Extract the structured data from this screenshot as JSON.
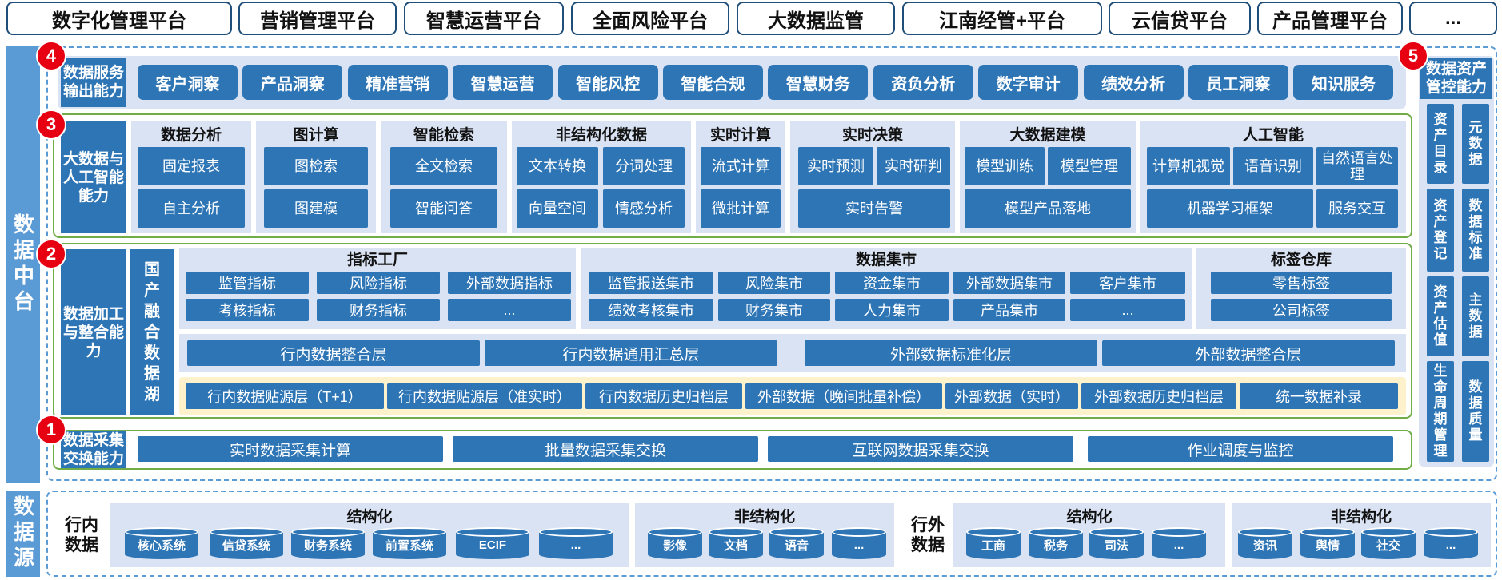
{
  "platforms": [
    "数字化管理平台",
    "营销管理平台",
    "智慧运营平台",
    "全面风险平台",
    "大数据监管",
    "江南经管+平台",
    "云信贷平台",
    "产品管理平台",
    "..."
  ],
  "side_labels": {
    "middle": "数据中台",
    "source": "数据源"
  },
  "badges": [
    "1",
    "2",
    "3",
    "4",
    "5"
  ],
  "layer4": {
    "label": "数据服务输出能力",
    "items": [
      "客户洞察",
      "产品洞察",
      "精准营销",
      "智慧运营",
      "智能风控",
      "智能合规",
      "智慧财务",
      "资负分析",
      "数字审计",
      "绩效分析",
      "员工洞察",
      "知识服务"
    ]
  },
  "layer3": {
    "label": "大数据与人工智能能力",
    "groups": [
      {
        "title": "数据分析",
        "items": [
          "固定报表",
          "自主分析"
        ]
      },
      {
        "title": "图计算",
        "items": [
          "图检索",
          "图建模"
        ]
      },
      {
        "title": "智能检索",
        "items": [
          "全文检索",
          "智能问答"
        ]
      },
      {
        "title": "非结构化数据",
        "items": [
          "文本转换",
          "分词处理",
          "向量空间",
          "情感分析"
        ]
      },
      {
        "title": "实时计算",
        "items": [
          "流式计算",
          "微批计算"
        ]
      },
      {
        "title": "实时决策",
        "items": [
          "实时预测",
          "实时研判",
          "实时告警"
        ]
      },
      {
        "title": "大数据建模",
        "items": [
          "模型训练",
          "模型管理",
          "模型产品落地"
        ]
      },
      {
        "title": "人工智能",
        "items": [
          "计算机视觉",
          "语音识别",
          "自然语言处理",
          "机器学习框架",
          "服务交互"
        ]
      }
    ]
  },
  "layer2": {
    "label": "数据加工与整合能力",
    "lake": "国产融合数据湖",
    "factory": {
      "title": "指标工厂",
      "items": [
        "监管指标",
        "风险指标",
        "外部数据指标",
        "考核指标",
        "财务指标",
        "..."
      ]
    },
    "mart": {
      "title": "数据集市",
      "items": [
        "监管报送集市",
        "风险集市",
        "资金集市",
        "外部数据集市",
        "客户集市",
        "绩效考核集市",
        "财务集市",
        "人力集市",
        "产品集市",
        "..."
      ]
    },
    "tags": {
      "title": "标签仓库",
      "items": [
        "零售标签",
        "公司标签"
      ]
    },
    "integration": [
      "行内数据整合层",
      "行内数据通用汇总层",
      "外部数据标准化层",
      "外部数据整合层"
    ],
    "source_layers": [
      "行内数据贴源层（T+1）",
      "行内数据贴源层（准实时）",
      "行内数据历史归档层",
      "外部数据（晚间批量补偿）",
      "外部数据（实时）",
      "外部数据历史归档层",
      "统一数据补录"
    ]
  },
  "layer1": {
    "label": "数据采集交换能力",
    "items": [
      "实时数据采集计算",
      "批量数据采集交换",
      "互联网数据采集交换",
      "作业调度与监控"
    ]
  },
  "layer5": {
    "label": "数据资产管控能力",
    "items": [
      "资产目录",
      "元数据",
      "资产登记",
      "数据标准",
      "资产估值",
      "主数据",
      "生命周期管理",
      "数据质量"
    ]
  },
  "source": {
    "internal_label": "行内数据",
    "external_label": "行外数据",
    "internal_structured": {
      "title": "结构化",
      "items": [
        "核心系统",
        "信贷系统",
        "财务系统",
        "前置系统",
        "ECIF",
        "..."
      ]
    },
    "internal_unstructured": {
      "title": "非结构化",
      "items": [
        "影像",
        "文档",
        "语音",
        "..."
      ]
    },
    "external_structured": {
      "title": "结构化",
      "items": [
        "工商",
        "税务",
        "司法",
        "..."
      ]
    },
    "external_unstructured": {
      "title": "非结构化",
      "items": [
        "资讯",
        "舆情",
        "社交",
        "..."
      ]
    }
  },
  "colors": {
    "blue": "#2e75b6",
    "light": "#dae3f3",
    "side": "#5b9bd5",
    "green": "#70ad47",
    "red": "#e60012",
    "cream": "#fdf2cc"
  }
}
